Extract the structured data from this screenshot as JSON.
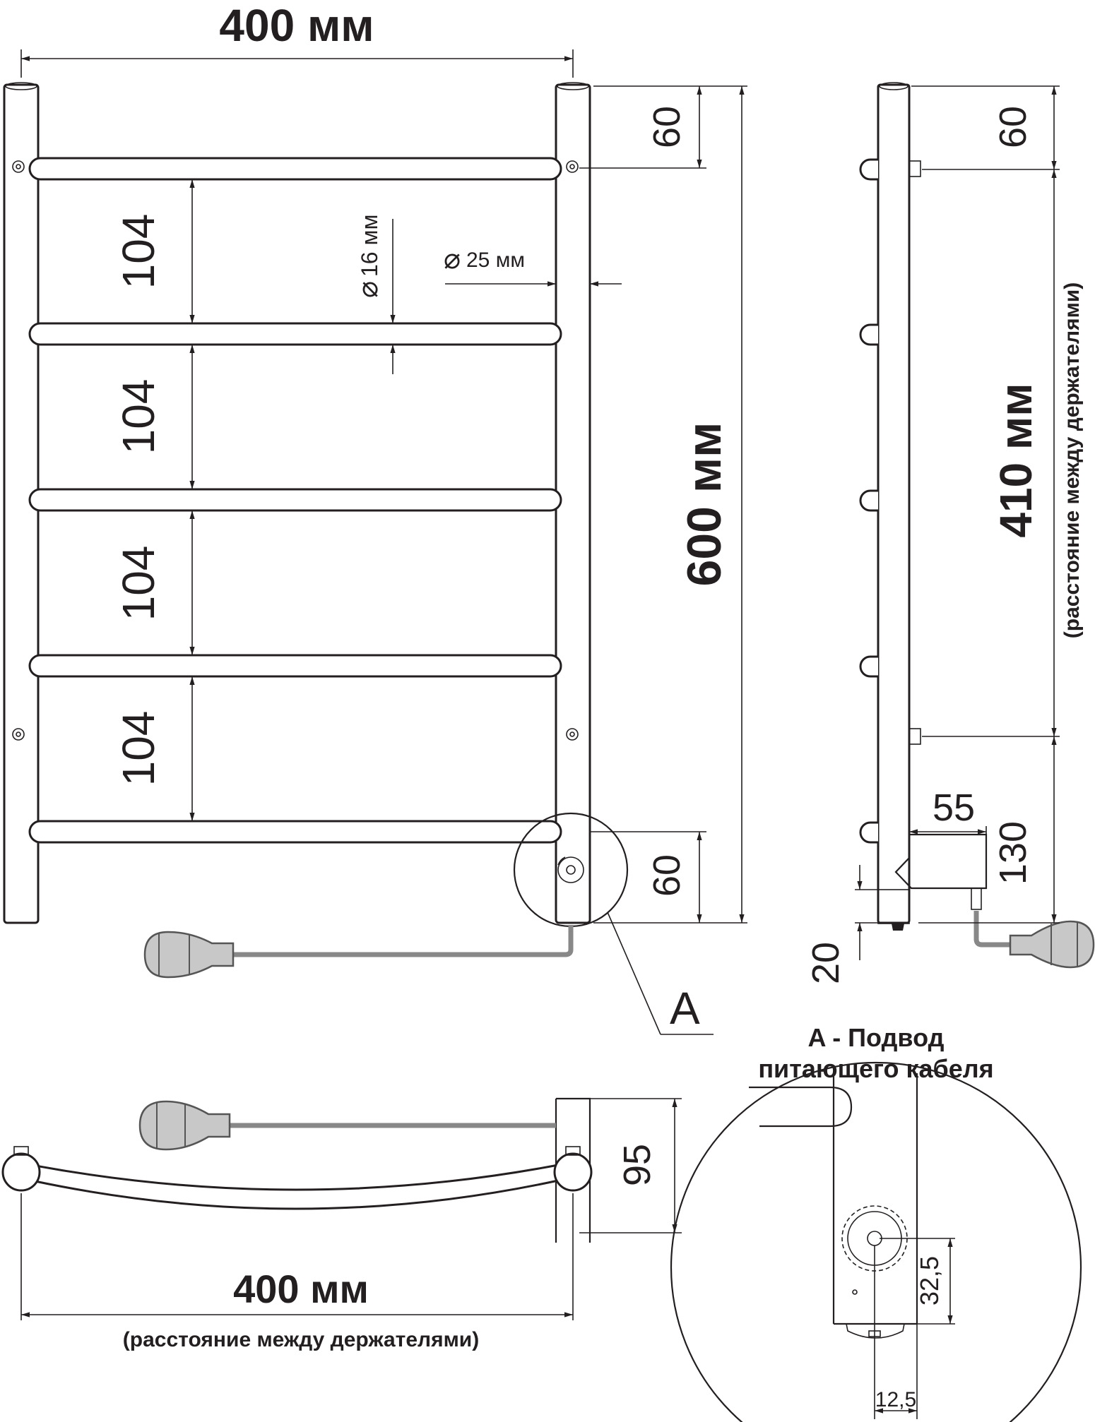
{
  "front_view": {
    "width_label": "400 мм",
    "height_label": "600 мм",
    "spacing_labels": [
      "104",
      "104",
      "104",
      "104"
    ],
    "top_offset": "60",
    "bottom_offset": "60",
    "bar_diameter": "16 мм",
    "post_diameter": "25 мм",
    "callout_letter": "A"
  },
  "side_view": {
    "top_offset": "60",
    "holder_distance": "410 мм",
    "holder_note": "(расстояние между держателями)",
    "box_depth": "55",
    "box_height": "130",
    "bottom_offset": "20"
  },
  "top_view": {
    "depth": "95",
    "width_label": "400 мм",
    "width_note": "(расстояние между держателями)"
  },
  "detail": {
    "title_line1": "A - Подвод",
    "title_line2": "питающего кабеля",
    "vertical_dim": "32,5",
    "horizontal_dim": "12,5"
  },
  "symbols": {
    "diameter_glyph": "⌀"
  },
  "colors": {
    "line": "#231f20",
    "cable": "#888888",
    "plug": "#c8c8c8"
  }
}
